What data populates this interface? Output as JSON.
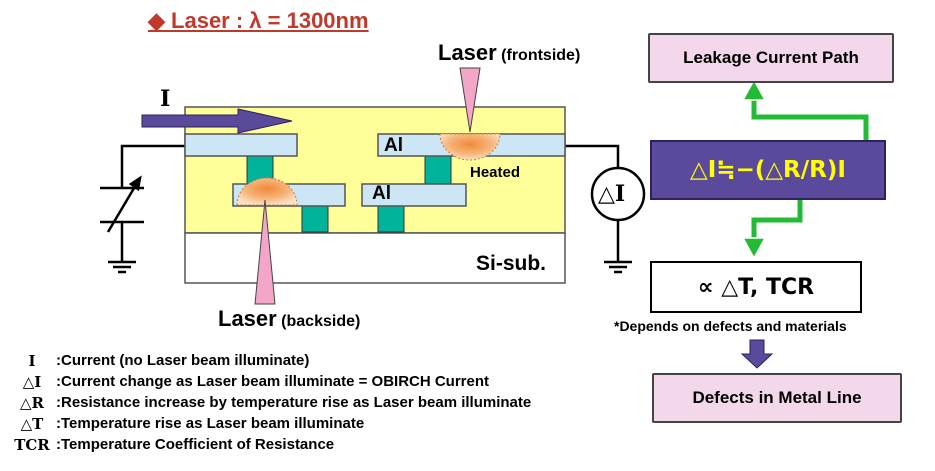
{
  "title": "◆ Laser : λ = 1300nm",
  "labels": {
    "current": "I",
    "laser_front": "Laser",
    "laser_front_side": "(frontside)",
    "laser_back": "Laser",
    "laser_back_side": "(backside)",
    "al_top": "Al",
    "al_bottom": "Al",
    "heated": "Heated",
    "si_sub": "Si-sub.",
    "delta_i_meter": "△I"
  },
  "flow": {
    "leakage": "Leakage Current Path",
    "formula": "△I≒−(△R/R)I",
    "proportional": "∝ △T, TCR",
    "note": "*Depends on defects and materials",
    "defects": "Defects in Metal Line"
  },
  "legend": [
    {
      "symbol": "I",
      "text": ":Current (no Laser beam illuminate)"
    },
    {
      "symbol": "△I",
      "text": ":Current change as Laser beam illuminate = OBIRCH Current"
    },
    {
      "symbol": "△R",
      "text": ":Resistance increase by temperature rise as Laser beam illuminate"
    },
    {
      "symbol": "△T",
      "text": ":Temperature rise as Laser beam illuminate"
    },
    {
      "symbol": "TCR",
      "text": ":Temperature Coefficient of Resistance"
    }
  ],
  "colors": {
    "title": "#c0392b",
    "chip": "#ffff99",
    "metal": "#cce6f5",
    "via": "#00b39b",
    "laser": "#f4a6c8",
    "heat": "#f4a460",
    "arrow_current": "#5b4a9c",
    "arrow_flow": "#22bb33",
    "formula_bg": "#5b4a9c",
    "formula_text": "#ffff00",
    "box_bg": "#f3d7ea"
  },
  "icons": [
    "variable-resistor-icon",
    "ground-icon",
    "ammeter-icon",
    "diamond-bullet-icon"
  ]
}
